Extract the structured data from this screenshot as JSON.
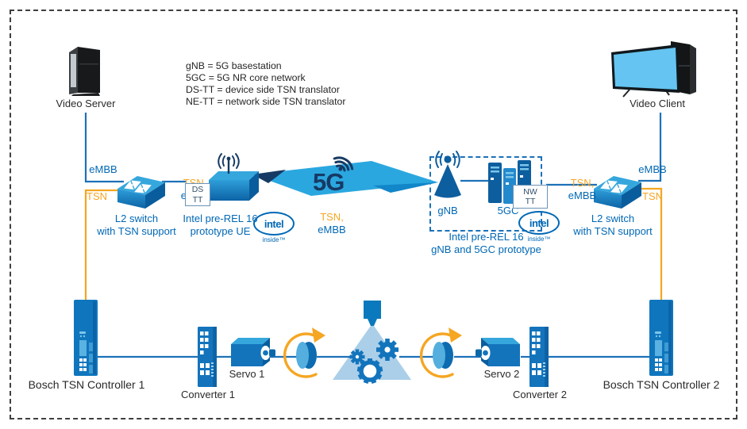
{
  "colors": {
    "intel_blue": "#0068b5",
    "line_blue": "#1d71b8",
    "device_blue": "#1374bc",
    "device_blue_light": "#35a7dd",
    "device_blue_dark": "#0a5d9d",
    "navy": "#163a64",
    "beam_cyan": "#2ba7e0",
    "light_blue_fill": "#abcfe9",
    "yellow": "#f5a623",
    "text_dark": "#262626"
  },
  "legend": {
    "lines": [
      "gNB = 5G basestation",
      "5GC = 5G NR core network",
      "DS-TT = device side TSN translator",
      "NE-TT = network side TSN translator"
    ]
  },
  "endpoints": {
    "video_server": "Video Server",
    "video_client": "Video Client"
  },
  "labels": {
    "embb_left": "eMBB",
    "tsn_left": "TSN",
    "tsn_embb": {
      "tsn": "TSN,",
      "embb": "eMBB"
    },
    "switch_left": "L2 switch\nwith TSN support",
    "ds_tt": "DS\nTT",
    "ue": "Intel pre-REL 16\nprototype UE",
    "five_g": "5G",
    "gnb": "gNB",
    "fivegc": "5GC",
    "nw_tt": "NW\nTT",
    "gnb_box": "Intel pre-REL 16\ngNB and 5GC prototype",
    "embb_right": "eMBB",
    "tsn_right": "TSN",
    "switch_right": "L2 switch\nwith TSN support"
  },
  "intel_logo": {
    "intel": "intel",
    "inside": "inside™"
  },
  "factory": {
    "controller_1": "Bosch TSN Controller 1",
    "converter_1": "Converter 1",
    "servo_1": "Servo 1",
    "servo_2": "Servo 2",
    "converter_2": "Converter 2",
    "controller_2": "Bosch TSN Controller 2"
  }
}
